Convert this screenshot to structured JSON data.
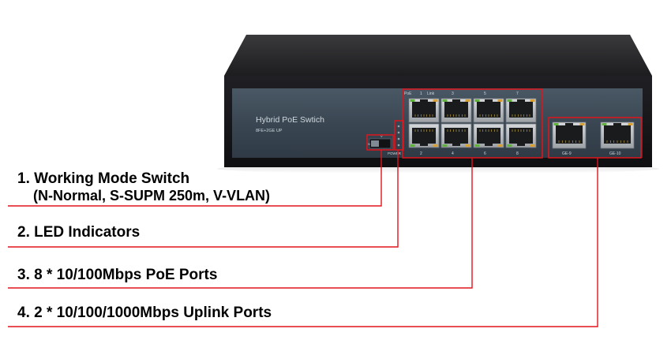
{
  "device": {
    "model_label": "Hybrid PoE Swtich",
    "sub_label": "8FE+2GE UP",
    "power_label": "POWER",
    "poe_label": "PoE",
    "link_label": "Link",
    "top_port_numbers": [
      "1",
      "3",
      "5",
      "7"
    ],
    "bottom_port_numbers": [
      "2",
      "4",
      "6",
      "8"
    ],
    "uplink_labels": [
      "GE-9",
      "GE-10"
    ],
    "switch_letters": [
      "V",
      "N"
    ]
  },
  "callouts": [
    {
      "title": "1. Working Mode Switch",
      "detail": "(N-Normal, S-SUPM 250m, V-VLAN)"
    },
    {
      "title": "2. LED Indicators"
    },
    {
      "title": "3. 8 * 10/100Mbps PoE Ports"
    },
    {
      "title": "4. 2 * 10/100/1000Mbps Uplink Ports"
    }
  ],
  "colors": {
    "callout_line": "#e0141b",
    "chassis_body": "#1c1c1e",
    "front_panel": "#3d4a56",
    "led_green": "#5fb33c",
    "led_amber": "#d8a032"
  }
}
